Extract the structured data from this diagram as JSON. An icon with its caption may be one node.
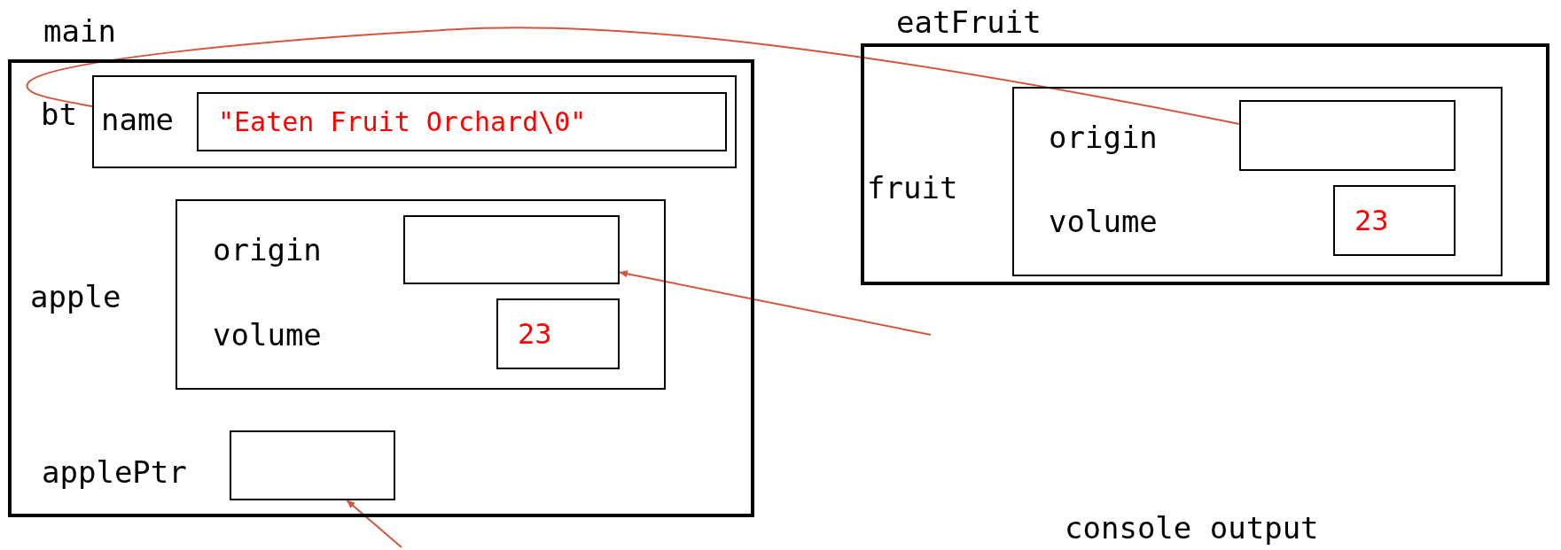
{
  "diagram": {
    "nodes": [
      {
        "text": [
          "main"
        ]
      },
      {
        "text": [
          "bt"
        ],
        "in": 0
      },
      {
        "text": [
          "\"Eaten Fruit Orchard\\0\""
        ],
        "beside": [
          "name"
        ],
        "in": 1
      },
      {
        "text": [
          "apple"
        ],
        "in": 0
      },
      {
        "text": [],
        "shape": "box",
        "in": 3
      },
      {
        "text": [
          "23"
        ],
        "in": 3
      },
      {
        "text": [],
        "shape": "box",
        "beside": [
          "applePtr"
        ],
        "in": 0
      },
      {
        "text": [
          "eatFruit"
        ]
      },
      {
        "text": [
          "fruit"
        ],
        "in": 7
      },
      {
        "text": [],
        "shape": "box",
        "in": 8
      },
      {
        "text": [
          "23"
        ],
        "in": 8
      }
    ],
    "edges": [
      {
        "from": 9,
        "to": 1,
        "arrow": "none"
      },
      {
        "from": null,
        "to": 4,
        "arrow": "to"
      },
      {
        "from": null,
        "to": 6,
        "arrow": "to"
      }
    ],
    "labels": [
      "origin",
      "volume",
      "origin",
      "volume",
      "console output"
    ]
  }
}
